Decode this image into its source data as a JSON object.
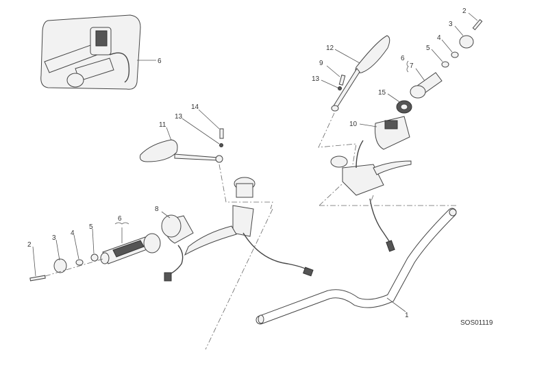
{
  "labels": {
    "r2": "2",
    "r3": "3",
    "r4": "4",
    "r5": "5",
    "r6": "6",
    "r7": "7",
    "r12": "12",
    "r9": "9",
    "r13": "13",
    "r15": "15",
    "r10": "10",
    "l14": "14",
    "l13": "13",
    "l11": "11",
    "l8": "8",
    "l6": "6",
    "l2": "2",
    "l3": "3",
    "l4": "4",
    "l5": "5",
    "p1": "1",
    "inset6": "6"
  },
  "drawing_code": "SOS01119"
}
